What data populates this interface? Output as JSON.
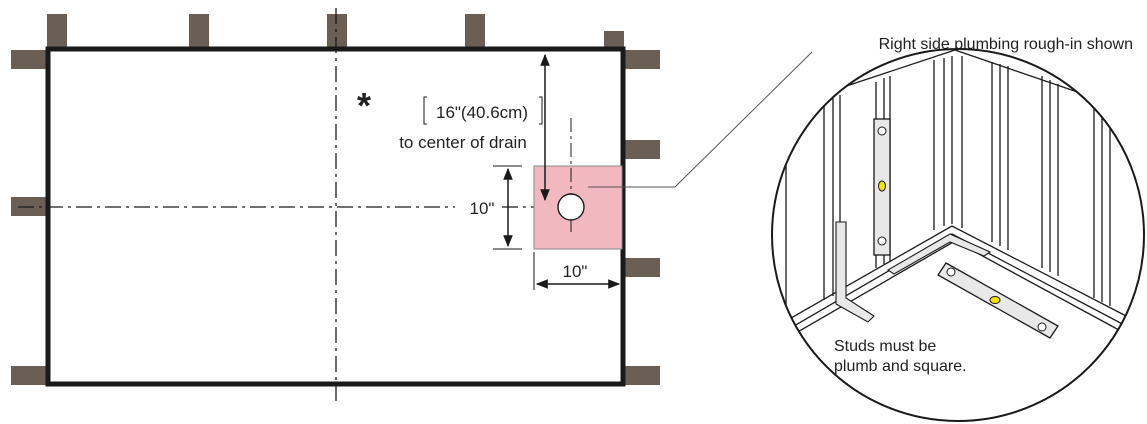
{
  "colors": {
    "line": "#1a1a1a",
    "stud": "#6b5e55",
    "drain_area": "#f2b8bf",
    "drain_area_stroke": "#8a8a8a",
    "callout_line": "#555555",
    "level_accent": "#f2e600"
  },
  "floor_plan": {
    "asterisk": "*",
    "distance_bracket_label": "16\"(40.6cm)",
    "distance_caption": "to center of drain",
    "drain_height_label": "10\"",
    "drain_width_label": "10\""
  },
  "callout": {
    "title": "Right side plumbing rough-in shown",
    "note_line1": "Studs must be",
    "note_line2": "plumb and square."
  },
  "icons": [
    "drain-hole-icon",
    "spirit-level-icon",
    "framing-square-icon"
  ]
}
